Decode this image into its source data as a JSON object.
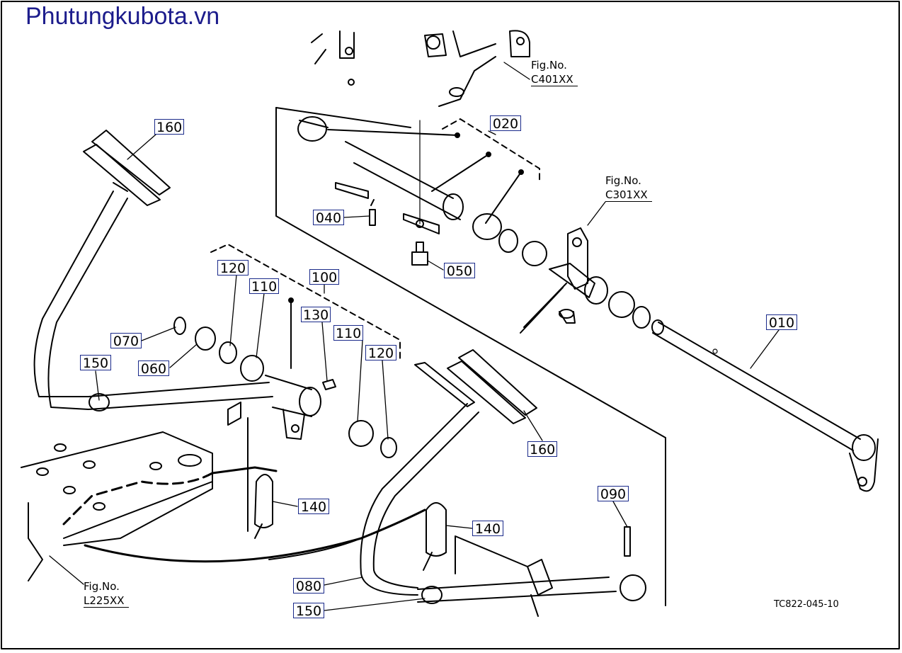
{
  "site": {
    "title": "Phutungkubota.vn"
  },
  "figure_refs": [
    {
      "label": "Fig.No.",
      "number": "C401XX"
    },
    {
      "label": "Fig.No.",
      "number": "C301XX"
    },
    {
      "label": "Fig.No.",
      "number": "L225XX"
    }
  ],
  "callouts": [
    {
      "id": "160a",
      "text": "160"
    },
    {
      "id": "020",
      "text": "020"
    },
    {
      "id": "040",
      "text": "040"
    },
    {
      "id": "050",
      "text": "050"
    },
    {
      "id": "120a",
      "text": "120"
    },
    {
      "id": "110a",
      "text": "110"
    },
    {
      "id": "100",
      "text": "100"
    },
    {
      "id": "130",
      "text": "130"
    },
    {
      "id": "070",
      "text": "070"
    },
    {
      "id": "060",
      "text": "060"
    },
    {
      "id": "150a",
      "text": "150"
    },
    {
      "id": "110b",
      "text": "110"
    },
    {
      "id": "120b",
      "text": "120"
    },
    {
      "id": "010",
      "text": "010"
    },
    {
      "id": "160b",
      "text": "160"
    },
    {
      "id": "140a",
      "text": "140"
    },
    {
      "id": "090",
      "text": "090"
    },
    {
      "id": "140b",
      "text": "140"
    },
    {
      "id": "080",
      "text": "080"
    },
    {
      "id": "150b",
      "text": "150"
    }
  ],
  "drawing_code": "TC822-045-10",
  "colors": {
    "callout_border": "#1a2a8a",
    "site_title": "#1c1c8c",
    "line": "#000000"
  }
}
